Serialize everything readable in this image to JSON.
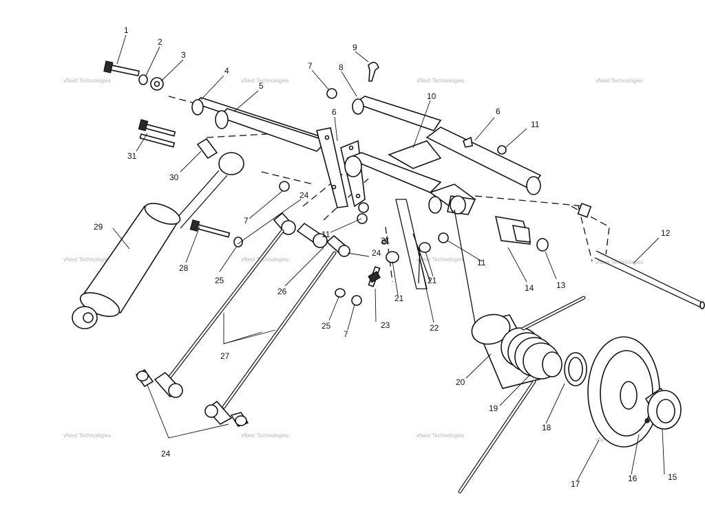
{
  "diagram": {
    "part_numbers": [
      "1",
      "2",
      "3",
      "4",
      "5",
      "6",
      "7",
      "8",
      "9",
      "10",
      "11",
      "12",
      "13",
      "14",
      "15",
      "16",
      "17",
      "18",
      "19",
      "20",
      "21",
      "22",
      "23",
      "24",
      "25",
      "26",
      "27",
      "28",
      "29",
      "30",
      "31"
    ],
    "watermark": "vNext Technologies",
    "extra_labels": {
      "n6b": "6",
      "n7b": "7",
      "n7c": "7",
      "n11b": "11",
      "n11c": "11",
      "n21b": "21",
      "n21c": "21",
      "n24b": "24",
      "n24c": "24",
      "n25b": "25"
    }
  }
}
